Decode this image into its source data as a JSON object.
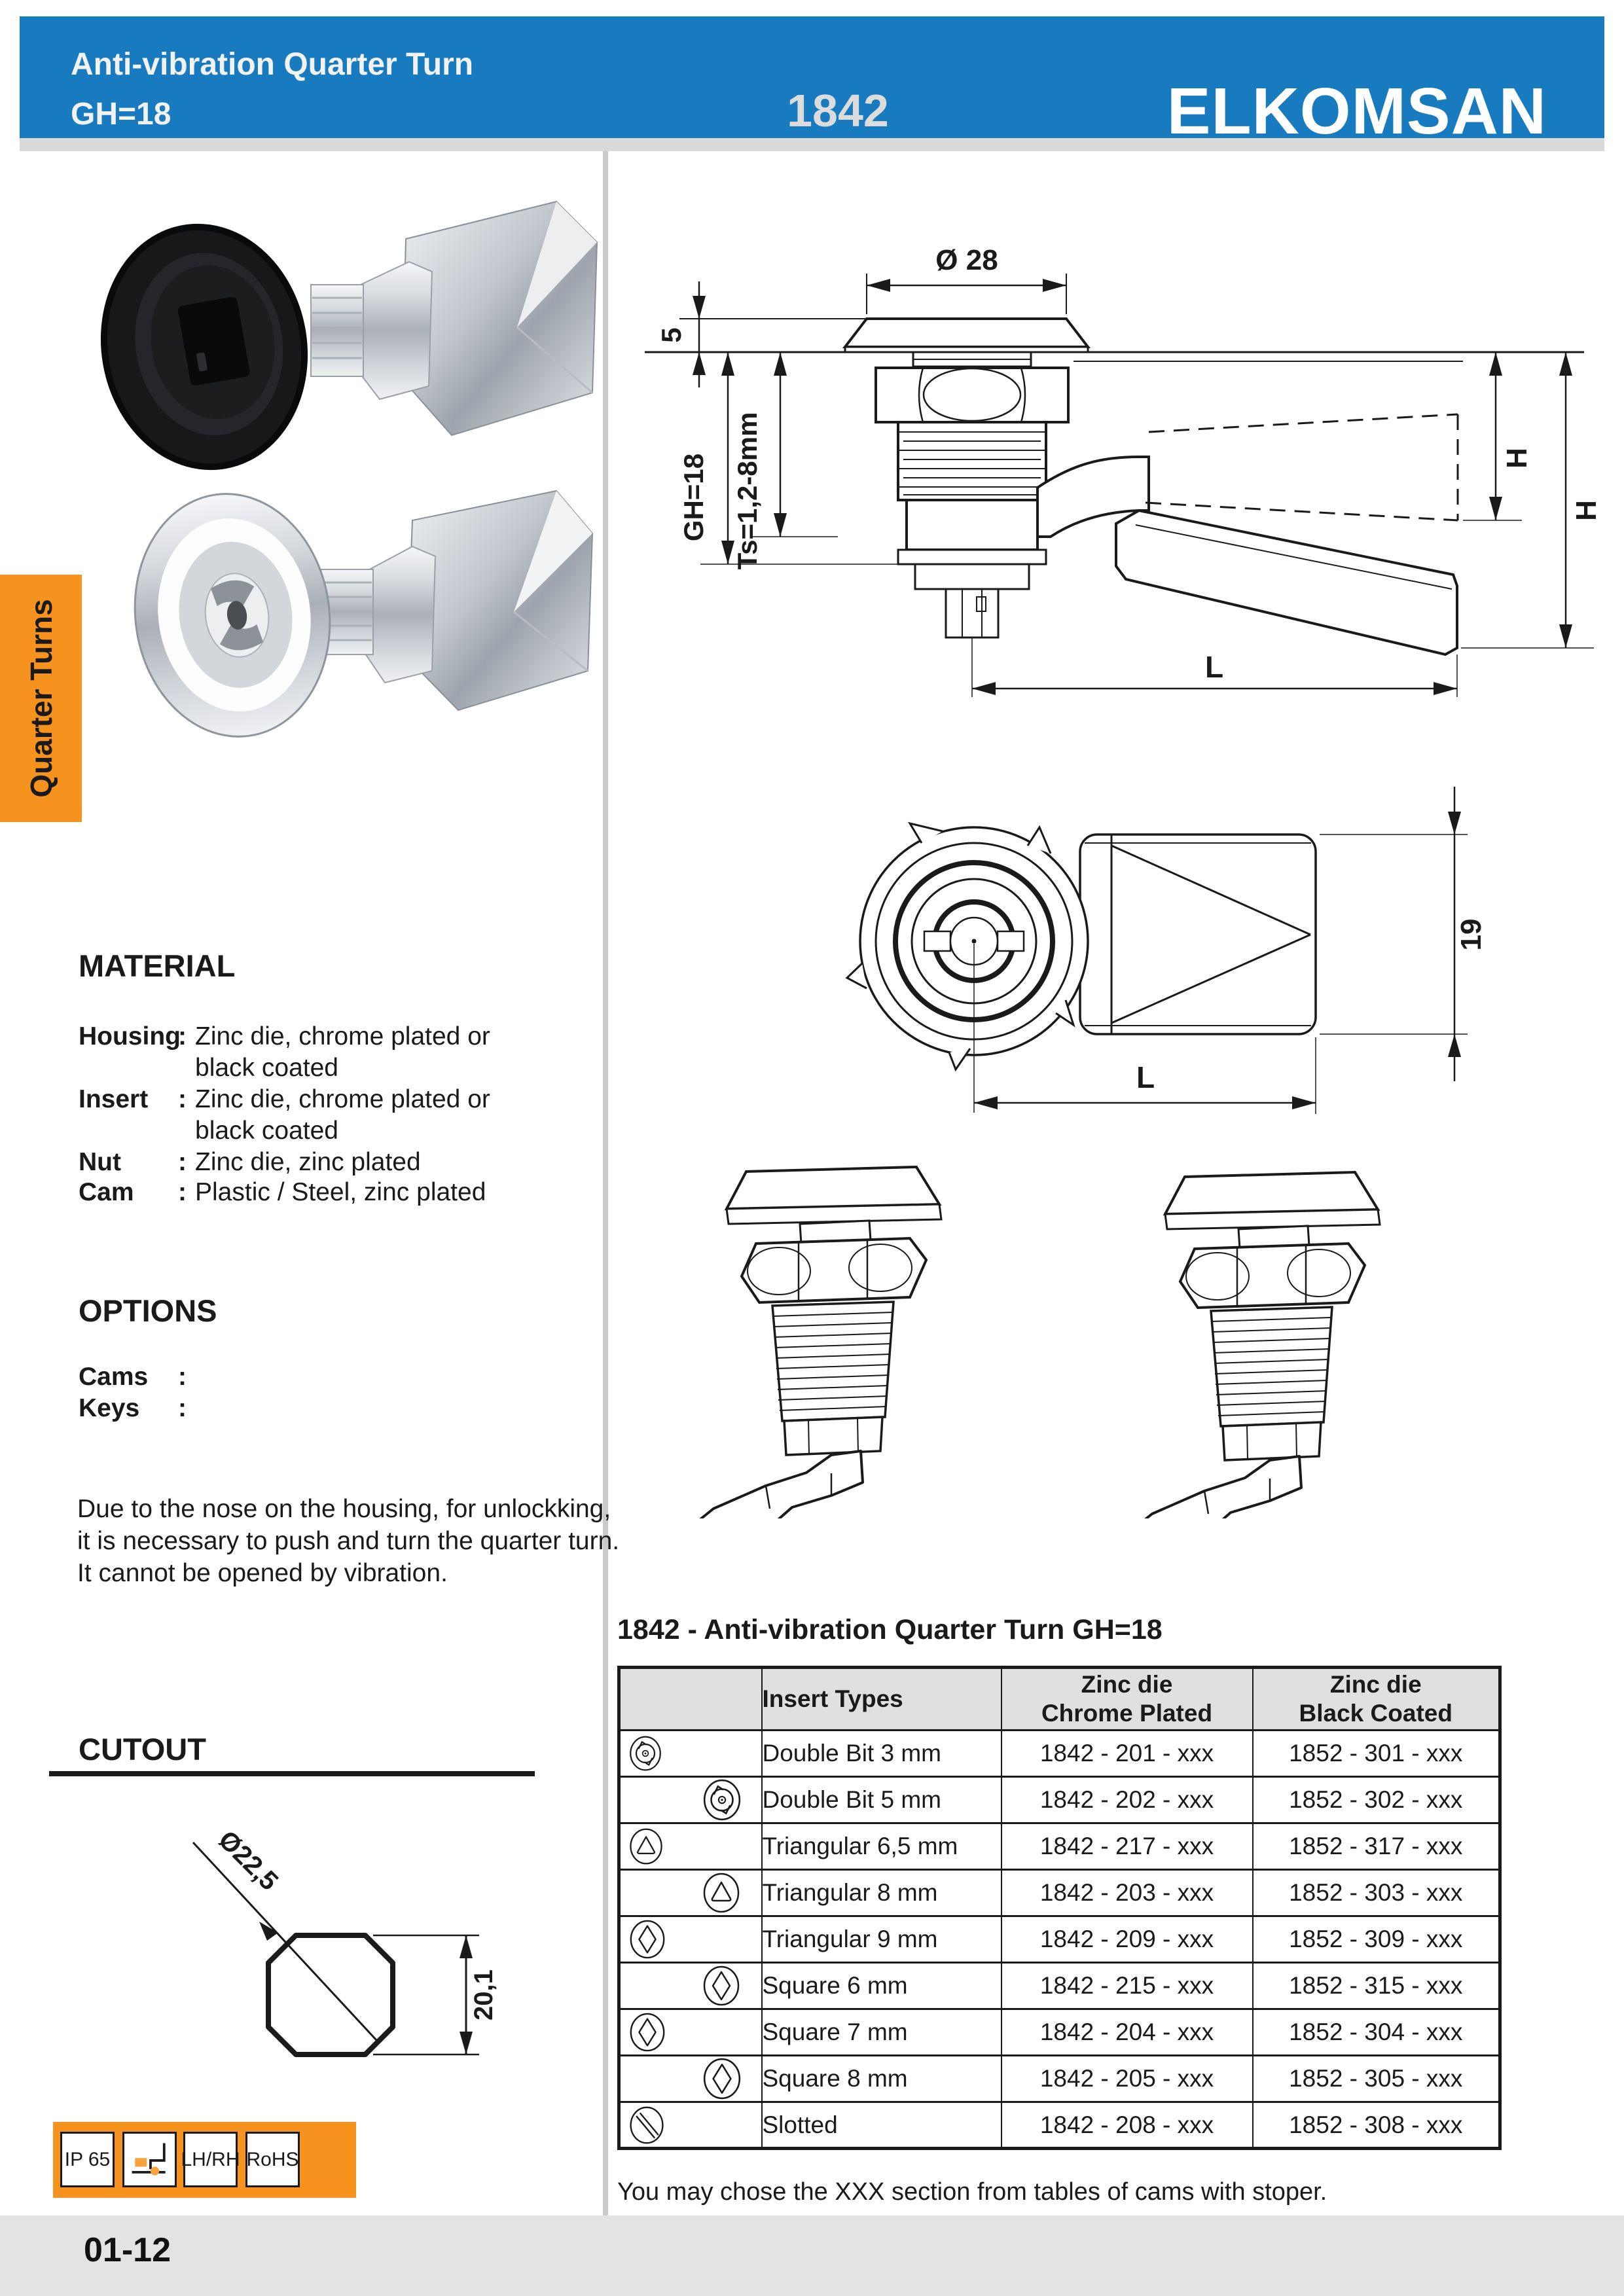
{
  "header": {
    "title_line1": "Anti-vibration Quarter Turn",
    "title_line2": "GH=18",
    "product_code": "1842",
    "brand": "ELKOMSAN"
  },
  "sidebar": {
    "tab_label": "Quarter Turns"
  },
  "sections": {
    "material": {
      "heading": "MATERIAL",
      "rows": [
        {
          "label": "Housing",
          "colon": ":",
          "line1": "Zinc die, chrome plated or",
          "line2": "black coated"
        },
        {
          "label": "Insert",
          "colon": ":",
          "line1": "Zinc die, chrome plated or",
          "line2": "black coated"
        },
        {
          "label": "Nut",
          "colon": ":",
          "line1": "Zinc die, zinc plated",
          "line2": ""
        },
        {
          "label": "Cam",
          "colon": ":",
          "line1": "Plastic / Steel,  zinc plated",
          "line2": ""
        }
      ]
    },
    "options": {
      "heading": "OPTIONS",
      "rows": [
        {
          "label": "Cams",
          "colon": ":"
        },
        {
          "label": "Keys",
          "colon": ":"
        }
      ]
    },
    "description": {
      "line1": "Due to the nose on the housing, for unlockking,",
      "line2": "it is necessary to push and turn the quarter turn.",
      "line3": "It cannot be opened by vibration."
    },
    "cutout": {
      "heading": "CUTOUT",
      "dim_diameter": "Ø22,5",
      "dim_height": "20,1"
    }
  },
  "drawings": {
    "side_view": {
      "dim_diameter": "Ø 28",
      "dim_cap": "5",
      "dim_grip": "GH=18",
      "dim_panel": "Ts=1,2-8mm",
      "dim_h1": "H",
      "dim_h2": "H",
      "dim_length": "L"
    },
    "front_view": {
      "dim_height": "19",
      "dim_length": "L"
    }
  },
  "table": {
    "title": "1842 - Anti-vibration Quarter Turn GH=18",
    "header": {
      "insert": "Insert Types",
      "chrome1": "Zinc die",
      "chrome2": "Chrome Plated",
      "black1": "Zinc die",
      "black2": "Black Coated"
    },
    "rows": [
      {
        "icon": "double-bit",
        "pos": "left",
        "size": 56,
        "type": "Double Bit 3 mm",
        "chrome": "1842 - 201 - xxx",
        "black": "1852 - 301 - xxx"
      },
      {
        "icon": "double-bit",
        "pos": "right",
        "size": 66,
        "type": "Double Bit 5 mm",
        "chrome": "1842 - 202 - xxx",
        "black": "1852 - 302 - xxx"
      },
      {
        "icon": "triangle",
        "pos": "left",
        "size": 58,
        "type": "Triangular 6,5 mm",
        "chrome": "1842 - 217 - xxx",
        "black": "1852 - 317 - xxx"
      },
      {
        "icon": "triangle",
        "pos": "right",
        "size": 64,
        "type": "Triangular 8 mm",
        "chrome": "1842 - 203 - xxx",
        "black": "1852 - 303 - xxx"
      },
      {
        "icon": "diamond",
        "pos": "left",
        "size": 62,
        "type": "Triangular 9 mm",
        "chrome": "1842 - 209 - xxx",
        "black": "1852 - 309 - xxx"
      },
      {
        "icon": "diamond",
        "pos": "right",
        "size": 64,
        "type": "Square 6 mm",
        "chrome": "1842 - 215 - xxx",
        "black": "1852 - 315 - xxx"
      },
      {
        "icon": "diamond",
        "pos": "left",
        "size": 62,
        "type": "Square 7 mm",
        "chrome": "1842 - 204 - xxx",
        "black": "1852 - 304 - xxx"
      },
      {
        "icon": "diamond",
        "pos": "right",
        "size": 66,
        "type": "Square 8 mm",
        "chrome": "1842 - 205 - xxx",
        "black": "1852 - 305 - xxx"
      },
      {
        "icon": "slotted",
        "pos": "left",
        "size": 60,
        "type": "Slotted",
        "chrome": "1842 - 208 - xxx",
        "black": "1852 - 308 - xxx"
      }
    ],
    "footnote": "You may chose the XXX section from tables of cams with stoper."
  },
  "badges": {
    "items": [
      {
        "kind": "text",
        "name": "ip65-badge",
        "label": "IP 65"
      },
      {
        "kind": "icon",
        "name": "cam-stopper-badge",
        "label": ""
      },
      {
        "kind": "text",
        "name": "lhrh-badge",
        "label": "LH/RH"
      },
      {
        "kind": "text",
        "name": "rohs-badge",
        "label": "RoHS"
      }
    ]
  },
  "footer": {
    "page_number": "01-12"
  },
  "colors": {
    "header_blue": "#187ABF",
    "accent_orange": "#F6921E",
    "footer_gray": "#E3E3E3",
    "table_header_gray": "#E0E0E0",
    "line_dark": "#1A1A1A",
    "divider_gray": "#C9C9C9"
  }
}
